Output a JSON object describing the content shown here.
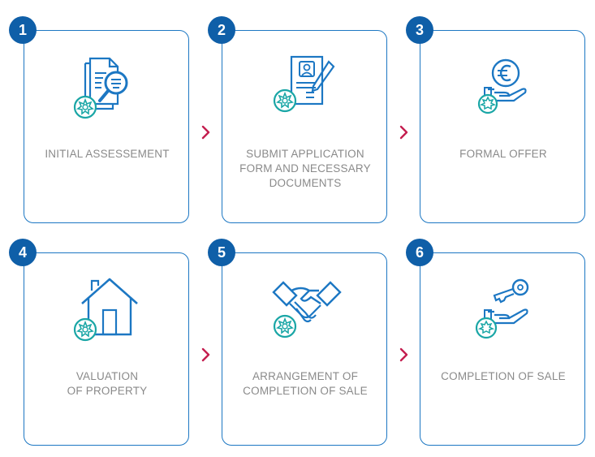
{
  "colors": {
    "primary": "#1c77c3",
    "badge": "#0f5fa8",
    "accent": "#1aa6a6",
    "chevron": "#c41e4f",
    "text": "#8a8a8a"
  },
  "steps": [
    {
      "number": "1",
      "label_lines": [
        "INITIAL ASSESSEMENT"
      ],
      "icon": "document-search-icon"
    },
    {
      "number": "2",
      "label_lines": [
        "SUBMIT APPLICATION",
        "FORM AND NECESSARY",
        "DOCUMENTS"
      ],
      "icon": "application-form-icon"
    },
    {
      "number": "3",
      "label_lines": [
        "FORMAL OFFER"
      ],
      "icon": "euro-offer-icon"
    },
    {
      "number": "4",
      "label_lines": [
        "VALUATION",
        "OF PROPERTY"
      ],
      "icon": "house-icon"
    },
    {
      "number": "5",
      "label_lines": [
        "ARRANGEMENT OF",
        "COMPLETION OF SALE"
      ],
      "icon": "handshake-icon"
    },
    {
      "number": "6",
      "label_lines": [
        "COMPLETION OF SALE"
      ],
      "icon": "key-handover-icon"
    }
  ],
  "connectors": [
    "chevron-right-icon",
    "chevron-right-icon",
    "chevron-right-icon",
    "chevron-right-icon"
  ]
}
